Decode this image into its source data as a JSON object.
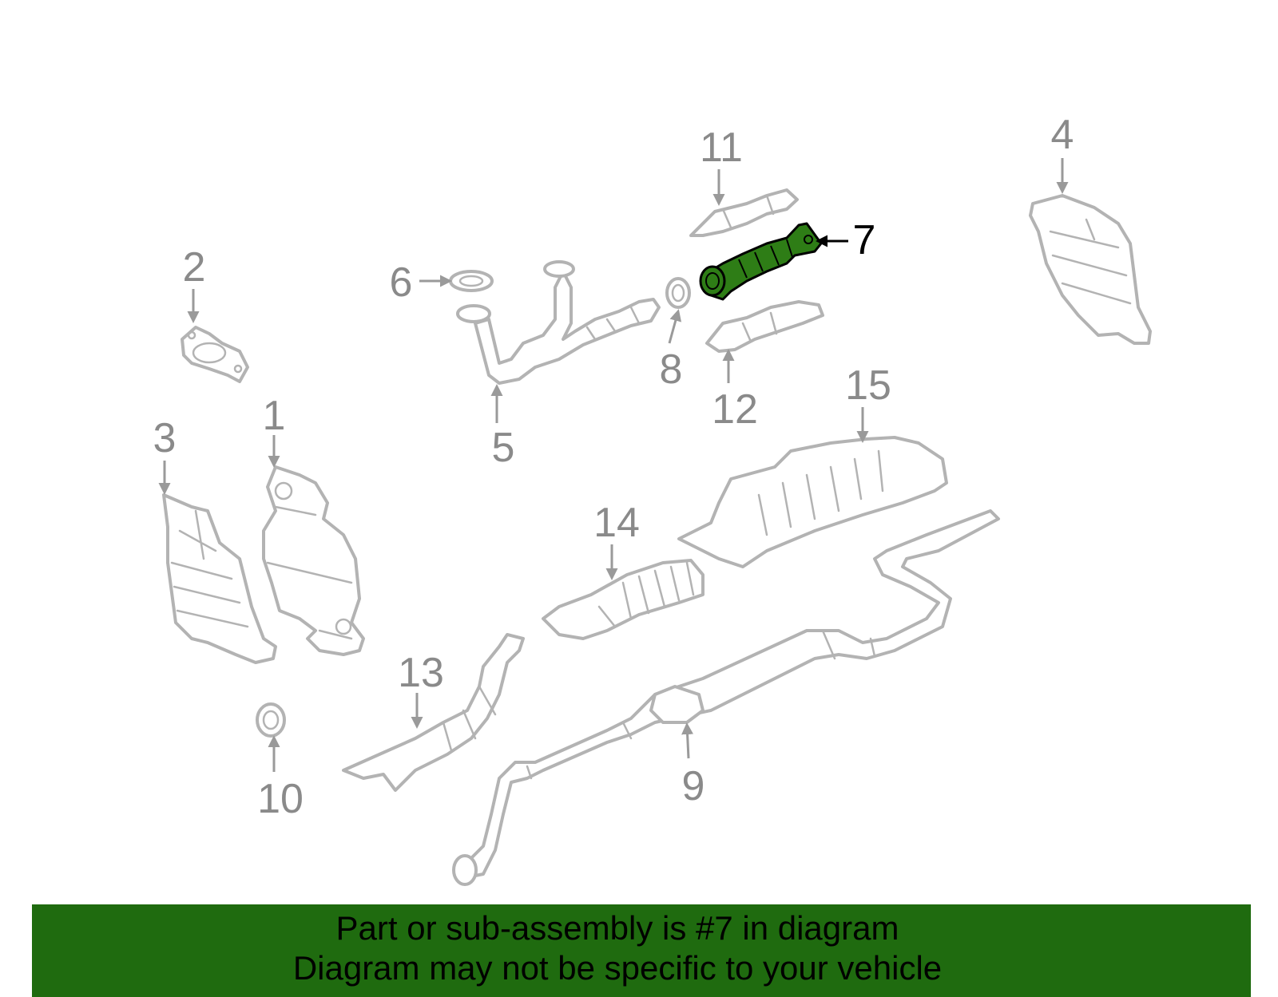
{
  "diagram": {
    "highlight_color": "#2e7d16",
    "part_color": "#b3b3b3",
    "highlighted_part": "7",
    "callouts": [
      "1",
      "2",
      "3",
      "4",
      "5",
      "6",
      "7",
      "8",
      "9",
      "10",
      "11",
      "12",
      "13",
      "14",
      "15"
    ]
  },
  "banner": {
    "background_color": "#1f6b0f",
    "line1": "Part or sub-assembly is #7 in diagram",
    "line2": "Diagram may not be specific to your vehicle"
  }
}
